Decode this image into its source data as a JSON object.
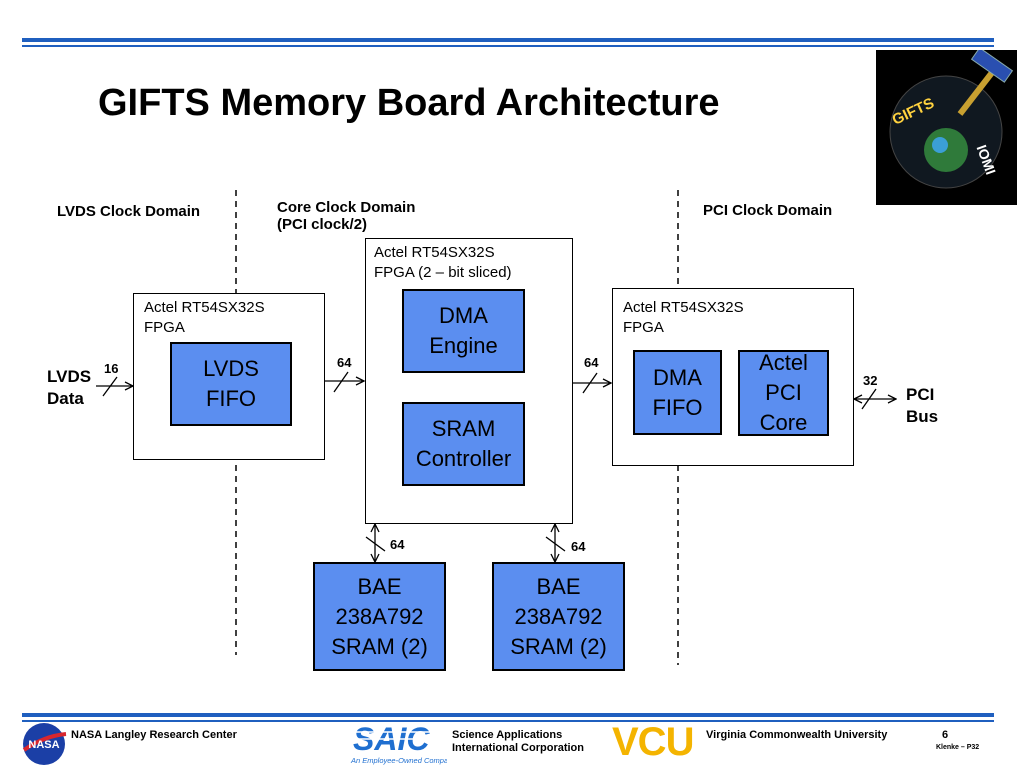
{
  "slide": {
    "title": "GIFTS Memory Board Architecture",
    "page_number": "6",
    "ref": "Klenke – P32"
  },
  "domains": {
    "lvds": "LVDS Clock Domain",
    "core": "Core Clock Domain\n(PCI clock/2)",
    "pci": "PCI Clock Domain"
  },
  "fpgas": {
    "left": "Actel RT54SX32S\nFPGA",
    "center": "Actel RT54SX32S\nFPGA (2 – bit sliced)",
    "right": "Actel RT54SX32S\nFPGA"
  },
  "blocks": {
    "lvds_fifo": "LVDS\nFIFO",
    "dma_engine": "DMA\nEngine",
    "sram_controller": "SRAM\nController",
    "dma_fifo": "DMA\nFIFO",
    "pci_core": "Actel\nPCI\nCore",
    "sram1": "BAE\n238A792\nSRAM (2)",
    "sram2": "BAE\n238A792\nSRAM (2)"
  },
  "io": {
    "lvds_data": "LVDS\nData",
    "pci_bus": "PCI\nBus"
  },
  "bus_widths": {
    "lvds_in": "16",
    "left_to_center": "64",
    "center_to_right": "64",
    "pci_out": "32",
    "sram1": "64",
    "sram2": "64"
  },
  "logo": {
    "mission_name": "GIFTS",
    "mission_name2": "IOMI"
  },
  "footer": {
    "nasa": "NASA Langley Research Center",
    "saic_name": "Science Applications\nInternational Corporation",
    "saic_logo": "SAIC",
    "saic_tagline": "An Employee-Owned Company",
    "vcu_logo": "VCU",
    "vcu_name": "Virginia Commonwealth University",
    "nasa_logo": "NASA"
  },
  "colors": {
    "block_fill": "#5b8ef0",
    "rule": "#1f5fbf"
  }
}
